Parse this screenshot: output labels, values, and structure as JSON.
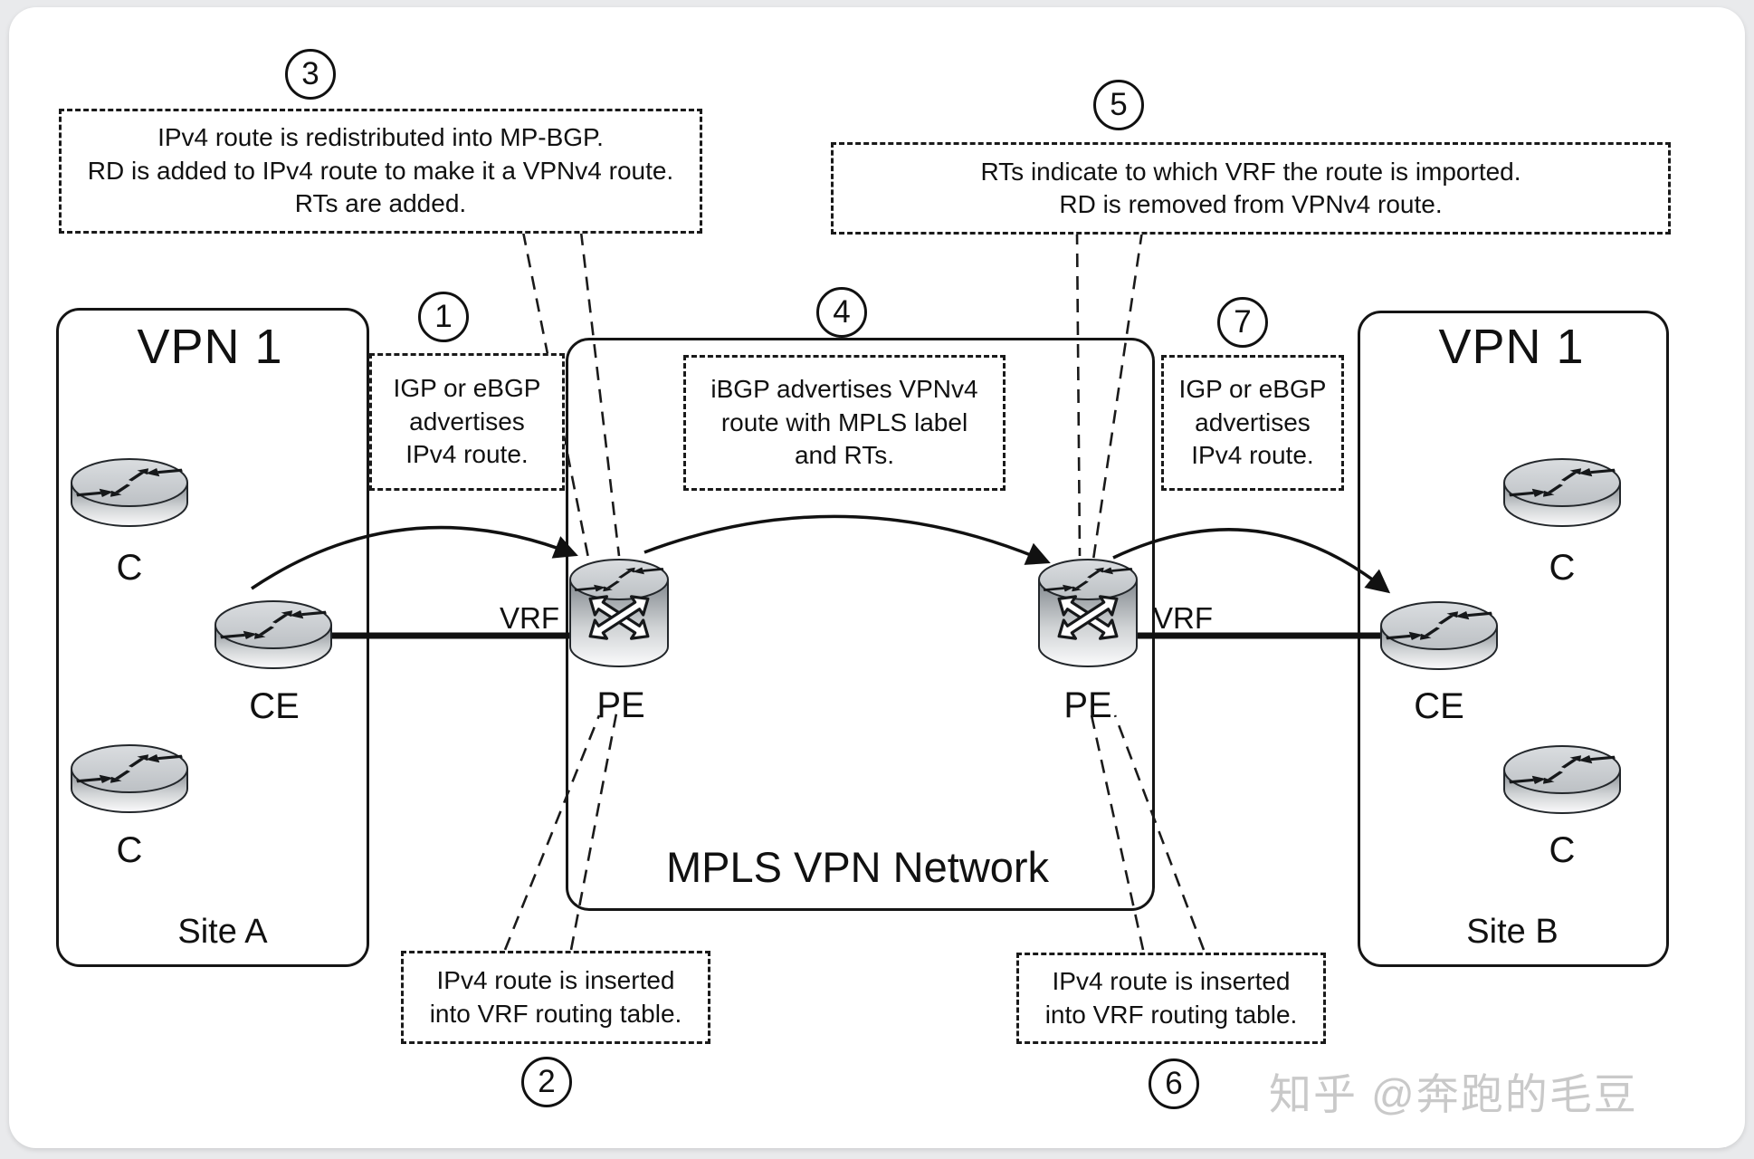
{
  "watermark": {
    "text": "知乎 @奔跑的毛豆",
    "color": "#c9c9c9"
  },
  "colors": {
    "diagram_ink": "#111111",
    "page_background": "#e9eaec",
    "card_background": "#ffffff"
  },
  "sites": {
    "left": {
      "title": "VPN 1",
      "site_label": "Site A",
      "router_c_top": "C",
      "router_ce": "CE",
      "router_c_bottom": "C"
    },
    "right": {
      "title": "VPN 1",
      "site_label": "Site B",
      "router_c_top": "C",
      "router_ce": "CE",
      "router_c_bottom": "C"
    }
  },
  "core": {
    "title": "MPLS VPN Network",
    "pe_left_label": "PE",
    "pe_right_label": "PE",
    "vrf_left_label": "VRF",
    "vrf_right_label": "VRF"
  },
  "steps": {
    "s1": {
      "num": "1",
      "lines": [
        "IGP or eBGP",
        "advertises",
        "IPv4 route."
      ]
    },
    "s2": {
      "num": "2",
      "lines": [
        "IPv4 route is inserted",
        "into VRF routing table."
      ]
    },
    "s3": {
      "num": "3",
      "lines": [
        "IPv4 route is redistributed into MP-BGP.",
        "RD is added to IPv4 route to make it a VPNv4 route.",
        "RTs are added."
      ]
    },
    "s4": {
      "num": "4",
      "lines": [
        "iBGP advertises VPNv4",
        "route with MPLS label",
        "and RTs."
      ]
    },
    "s5": {
      "num": "5",
      "lines": [
        "RTs indicate to which VRF the route is imported.",
        "RD is removed from VPNv4 route."
      ]
    },
    "s6": {
      "num": "6",
      "lines": [
        "IPv4 route is inserted",
        "into VRF routing table."
      ]
    },
    "s7": {
      "num": "7",
      "lines": [
        "IGP or eBGP",
        "advertises",
        "IPv4 route."
      ]
    }
  }
}
